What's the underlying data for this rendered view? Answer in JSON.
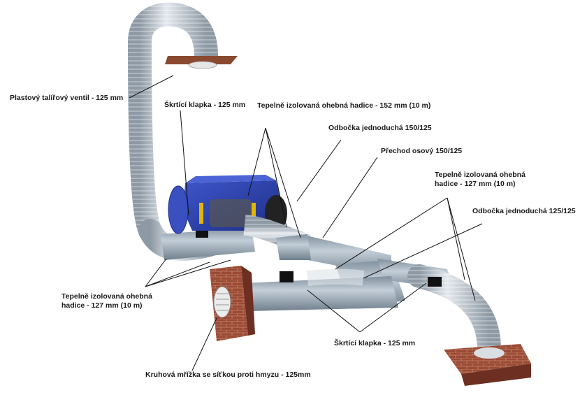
{
  "labels": {
    "valve": "Plastový talířový ventil - 125 mm",
    "damper_top": "Škrtící klapka - 125 mm",
    "hose_152": "Tepelně izolovaná ohebná hadice - 152 mm (10 m)",
    "branch_150": "Odbočka jednoduchá 150/125",
    "reducer": "Přechod osový 150/125",
    "hose_127_right_line1": "Tepelně izolovaná ohebná",
    "hose_127_right_line2": "hadice - 127 mm (10 m)",
    "branch_125": "Odbočka jednoduchá 125/125",
    "hose_127_left_line1": "Tepelně izolovaná ohebná",
    "hose_127_left_line2": "hadice - 127 mm (10 m)",
    "damper_bottom": "Škrtící klapka - 125 mm",
    "grille": "Kruhová mřížka se síťkou proti hmyzu - 125mm"
  },
  "colors": {
    "duct": "#a9b7c3",
    "duct_dark": "#7f8f9c",
    "hose": "#c9d1d8",
    "unit_blue": "#2a3fa8",
    "brick": "#9a4a35",
    "damper": "#111111"
  }
}
